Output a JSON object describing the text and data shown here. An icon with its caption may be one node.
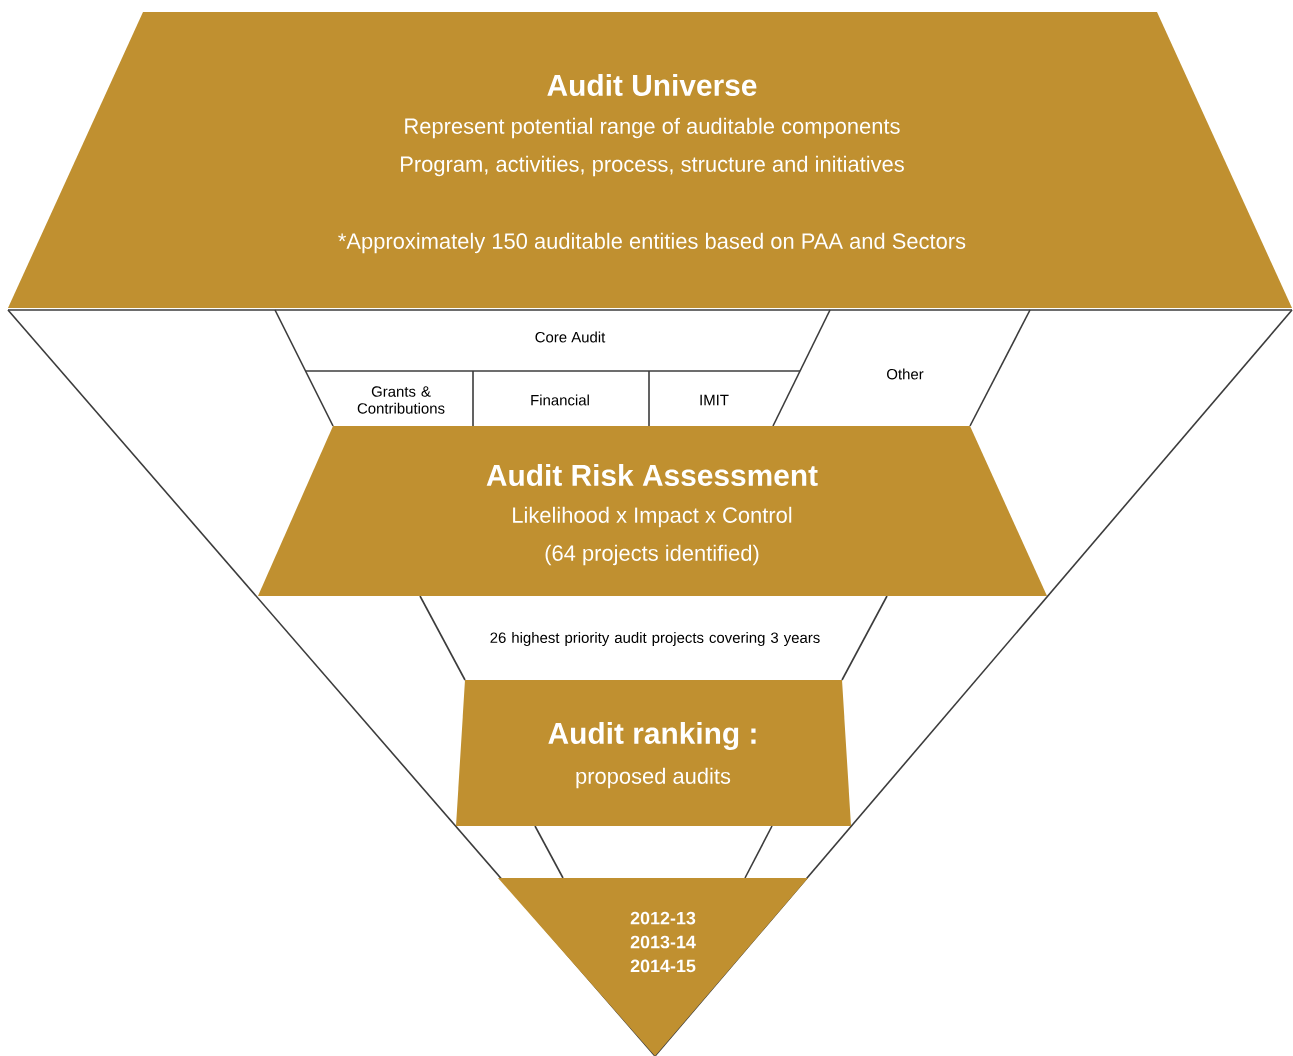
{
  "diagram": {
    "nodes": [
      {
        "text": [
          "Audit Universe",
          "Represent potential range of auditable components",
          "Program, activities, process, structure and initiatives",
          "*Approximately 150 auditable entities based on PAA and Sectors"
        ]
      },
      {
        "text": [
          "Core Audit"
        ]
      },
      {
        "text": [
          "Grants & Contributions"
        ]
      },
      {
        "text": [
          "Financial"
        ]
      },
      {
        "text": [
          "IMIT"
        ]
      },
      {
        "text": [
          "Other"
        ]
      },
      {
        "text": [
          "Audit Risk Assessment",
          "Likelihood x Impact x Control",
          "(64 projects identified)"
        ]
      },
      {
        "text": [
          "26 highest priority audit projects covering 3 years"
        ]
      },
      {
        "text": [
          "Audit ranking :",
          "proposed audits"
        ]
      },
      {
        "text": [
          "2012-13 2013-14 2014-15"
        ]
      }
    ]
  }
}
